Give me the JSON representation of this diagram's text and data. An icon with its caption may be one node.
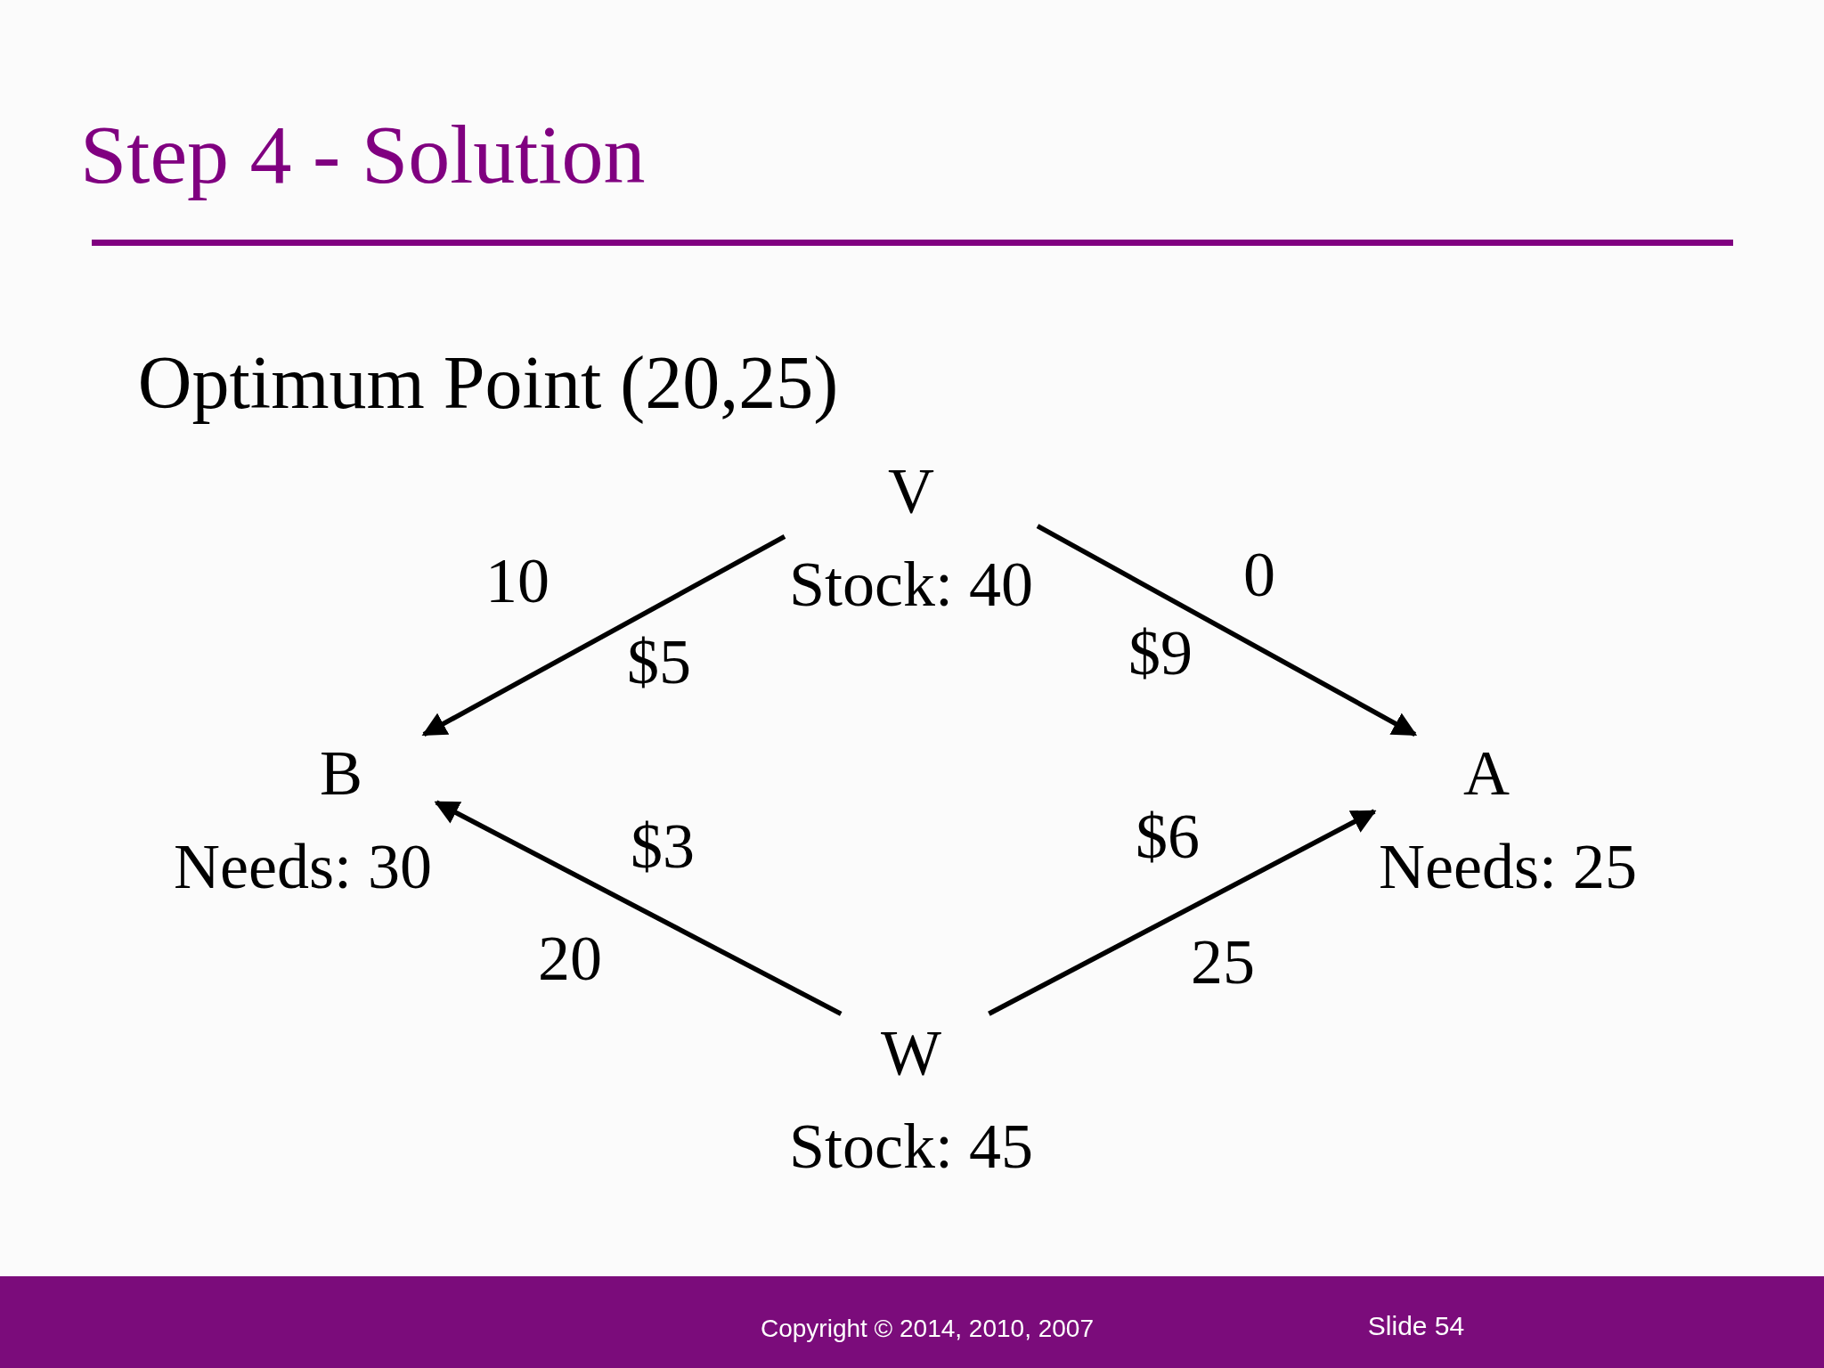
{
  "diagram": {
    "title": "Step 4 - Solution",
    "nodes": [
      {
        "text": [
          "V",
          "Stock: 40"
        ]
      },
      {
        "text": [
          "B",
          "Needs: 30"
        ]
      },
      {
        "text": [
          "A",
          "Needs: 25"
        ]
      },
      {
        "text": [
          "W",
          "Stock: 45"
        ]
      }
    ],
    "edges": [
      {
        "from": 0,
        "to": 1,
        "arrow": "to",
        "label": "$5"
      },
      {
        "from": 0,
        "to": 2,
        "arrow": "to",
        "label": "$9"
      },
      {
        "from": 3,
        "to": 1,
        "arrow": "to",
        "label": "$3"
      },
      {
        "from": 3,
        "to": 2,
        "arrow": "to",
        "label": "$6"
      }
    ],
    "labels": [
      "Optimum Point (20,25)",
      "10",
      "0",
      "20",
      "25",
      "Copyright © 2014, 2010, 2007",
      "Slide 54"
    ]
  }
}
